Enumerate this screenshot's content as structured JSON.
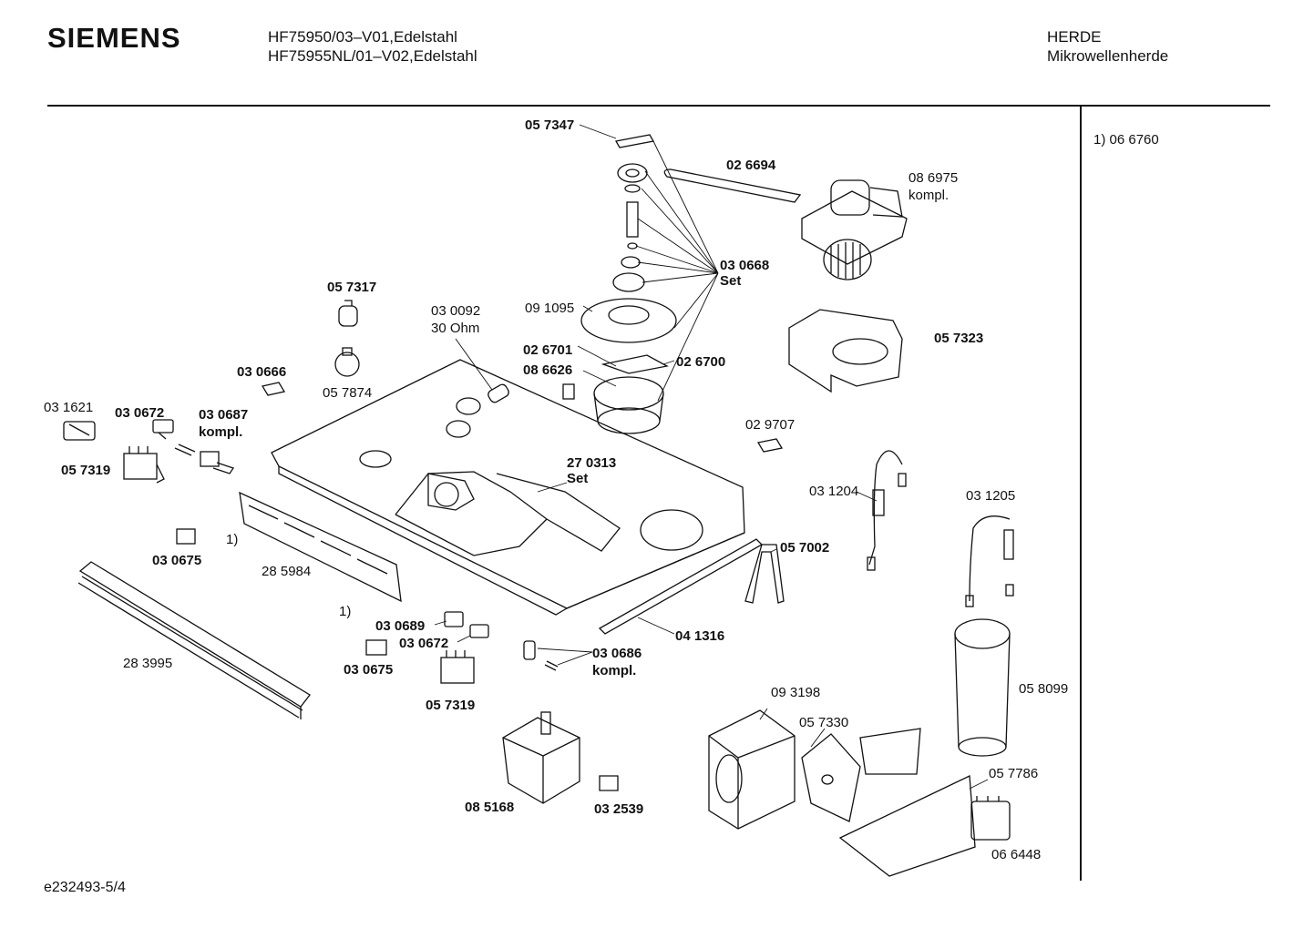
{
  "header": {
    "brand": "SIEMENS",
    "model_line_1": "HF75950/03–V01,Edelstahl",
    "model_line_2": "HF75955NL/01–V02,Edelstahl",
    "category": "HERDE",
    "subcategory": "Mikrowellenherde"
  },
  "footnote": "1)  06 6760",
  "footer_code": "e232493-5/4",
  "labels": {
    "p057347": "05 7347",
    "p026694": "02 6694",
    "p086975": "08 6975",
    "p086975_sub": "kompl.",
    "p030668": "03 0668",
    "p030668_sub": "Set",
    "p057317": "05 7317",
    "p030092": "03 0092",
    "p030092_sub": "30 Ohm",
    "p091095": "09 1095",
    "p057323": "05 7323",
    "p026701": "02 6701",
    "p026700": "02 6700",
    "p086626": "08 6626",
    "p030666": "03 0666",
    "p057874": "05 7874",
    "p031621": "03 1621",
    "p030672_a": "03 0672",
    "p030687": "03 0687",
    "p030687_sub": "kompl.",
    "p029707": "02 9707",
    "p057319_a": "05 7319",
    "p270313": "27 0313",
    "p270313_sub": "Set",
    "p031204": "03 1204",
    "p031205": "03 1205",
    "note_1_a": "1)",
    "p030675_a": "03 0675",
    "p285984": "28 5984",
    "p057002": "05 7002",
    "p041316": "04 1316",
    "note_1_b": "1)",
    "p030689": "03 0689",
    "p030672_b": "03 0672",
    "p030675_b": "03 0675",
    "p030686": "03 0686",
    "p030686_sub": "kompl.",
    "p283995": "28 3995",
    "p057319_b": "05 7319",
    "p058099": "05 8099",
    "p093198": "09 3198",
    "p057330": "05 7330",
    "p057786": "05 7786",
    "p085168": "08 5168",
    "p032539": "03 2539",
    "p066448": "06 6448"
  }
}
